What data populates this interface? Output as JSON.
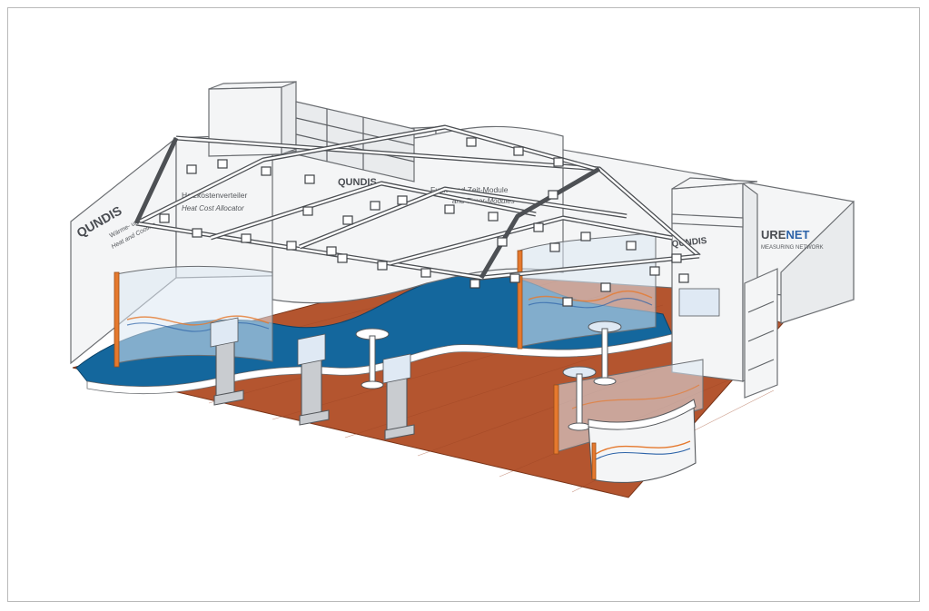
{
  "brand_left": {
    "logo": "QUNDIS",
    "line1": "Wärme- und",
    "line2": "Heat and Cooling"
  },
  "wall_left": {
    "title_de": "Heizkostenverteiler",
    "title_en": "Heat Cost Allocator"
  },
  "wall_center": {
    "title_de": "Funk- und Zeit-Module",
    "title_en": "and Timer-Modules"
  },
  "tower_logo": "QUNDIS",
  "brand_right": {
    "logo_dark": "URE",
    "logo_blue": "NET",
    "tagline": "MEASURING NETWORK"
  },
  "colors": {
    "floor": "#b4552f",
    "blue_band": "#14679d",
    "accent_orange": "#e5792e",
    "panel_blue": "#dfe9f4"
  },
  "icons": [
    "spotlight-icon",
    "kiosk-icon",
    "bar-table-icon",
    "counter-icon",
    "shelf-icon"
  ]
}
